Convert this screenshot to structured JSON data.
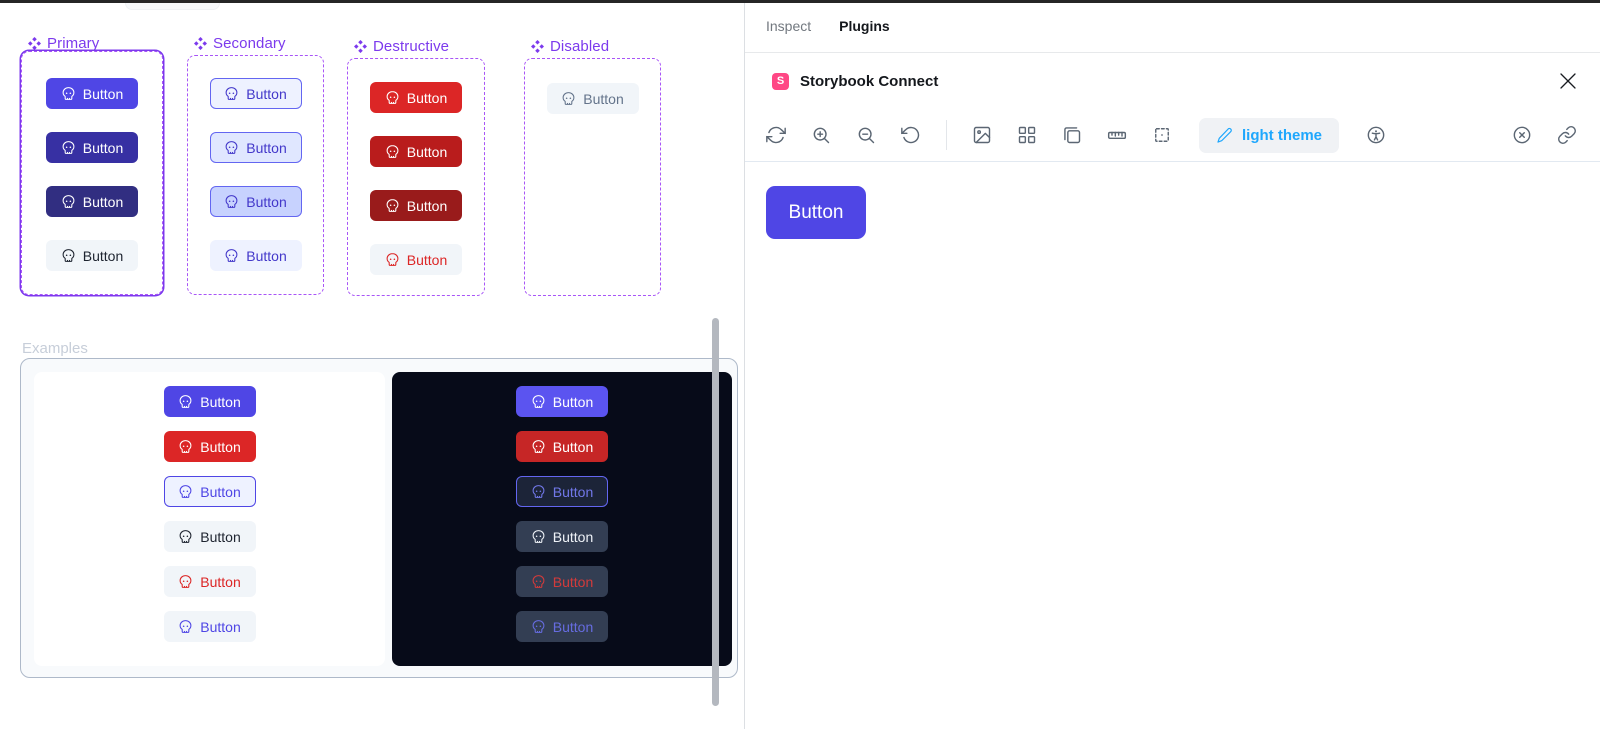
{
  "colors": {
    "component_purple": "#7c3aed",
    "dashed_border_purple": "#a855f7",
    "storybook_pink": "#ff4785",
    "storybook_blue": "#1ea7fd",
    "dark_panel_bg": "#070b19",
    "examples_label_gray": "#c7ced9",
    "top_strip": "#262626"
  },
  "button_styles": {
    "primary": {
      "bg": "#4f46e5",
      "fg": "#ffffff"
    },
    "primaryHover": {
      "bg": "#3730a3",
      "fg": "#ffffff"
    },
    "primaryActive": {
      "bg": "#312e81",
      "fg": "#ffffff"
    },
    "ghost": {
      "bg": "#f1f5f9",
      "fg": "#1e2430"
    },
    "secondary": {
      "bg": "#eef2ff",
      "fg": "#4338ca",
      "border": "#6366f1"
    },
    "secondaryHover": {
      "bg": "#e0e7ff",
      "fg": "#4338ca",
      "border": "#6366f1"
    },
    "secondaryActive": {
      "bg": "#c7d2fe",
      "fg": "#4338ca",
      "border": "#6366f1"
    },
    "secondaryGhost": {
      "bg": "#eef2ff",
      "fg": "#4338ca"
    },
    "destructive": {
      "bg": "#dc2626",
      "fg": "#ffffff"
    },
    "destructiveHover": {
      "bg": "#b91c1c",
      "fg": "#ffffff"
    },
    "destructiveActive": {
      "bg": "#991b1b",
      "fg": "#ffffff"
    },
    "destructiveGhost": {
      "bg": "#f1f5f9",
      "fg": "#dc2626"
    },
    "disabled": {
      "bg": "#f1f5f9",
      "fg": "#64748b"
    },
    "outline": {
      "bg": "#eef2ff",
      "fg": "#4f46e5",
      "border": "#4f46e5"
    },
    "ghostRed": {
      "bg": "#f1f5f9",
      "fg": "#dc2626"
    },
    "ghostIndigo": {
      "bg": "#f1f5f9",
      "fg": "#4f46e5"
    },
    "darkPrimary": {
      "bg": "#5b54f0",
      "fg": "#ffffff"
    },
    "darkDestructive": {
      "bg": "#c62626",
      "fg": "#ffffff"
    },
    "darkOutline": {
      "bg": "#1c2438",
      "fg": "#7177e8",
      "border": "#6366f1"
    },
    "darkGhost": {
      "bg": "#333e53",
      "fg": "#eef2f7"
    },
    "darkGhostRed": {
      "bg": "#333e53",
      "fg": "#d33b3b"
    },
    "darkGhostIndigo": {
      "bg": "#333e53",
      "fg": "#666ce0"
    }
  },
  "canvas": {
    "sections": [
      {
        "label": "Primary",
        "icon": "component-icon",
        "selected": true,
        "buttons": [
          {
            "label": "Button",
            "icon": "skull-icon",
            "style": "primary"
          },
          {
            "label": "Button",
            "icon": "skull-icon",
            "style": "primaryHover"
          },
          {
            "label": "Button",
            "icon": "skull-icon",
            "style": "primaryActive"
          },
          {
            "label": "Button",
            "icon": "skull-icon",
            "style": "ghost"
          }
        ]
      },
      {
        "label": "Secondary",
        "icon": "component-icon",
        "selected": false,
        "buttons": [
          {
            "label": "Button",
            "icon": "skull-icon",
            "style": "secondary"
          },
          {
            "label": "Button",
            "icon": "skull-icon",
            "style": "secondaryHover"
          },
          {
            "label": "Button",
            "icon": "skull-icon",
            "style": "secondaryActive"
          },
          {
            "label": "Button",
            "icon": "skull-icon",
            "style": "secondaryGhost"
          }
        ]
      },
      {
        "label": "Destructive",
        "icon": "component-icon",
        "selected": false,
        "buttons": [
          {
            "label": "Button",
            "icon": "skull-icon",
            "style": "destructive"
          },
          {
            "label": "Button",
            "icon": "skull-icon",
            "style": "destructiveHover"
          },
          {
            "label": "Button",
            "icon": "skull-icon",
            "style": "destructiveActive"
          },
          {
            "label": "Button",
            "icon": "skull-icon",
            "style": "destructiveGhost"
          }
        ]
      },
      {
        "label": "Disabled",
        "icon": "component-icon",
        "selected": false,
        "buttons": [
          {
            "label": "Button",
            "icon": "skull-icon",
            "style": "disabled"
          }
        ]
      }
    ],
    "examples": {
      "label": "Examples",
      "light_buttons": [
        {
          "label": "Button",
          "icon": "skull-icon",
          "style": "primary"
        },
        {
          "label": "Button",
          "icon": "skull-icon",
          "style": "destructive"
        },
        {
          "label": "Button",
          "icon": "skull-icon",
          "style": "outline"
        },
        {
          "label": "Button",
          "icon": "skull-icon",
          "style": "ghost"
        },
        {
          "label": "Button",
          "icon": "skull-icon",
          "style": "ghostRed"
        },
        {
          "label": "Button",
          "icon": "skull-icon",
          "style": "ghostIndigo"
        }
      ],
      "dark_buttons": [
        {
          "label": "Button",
          "icon": "skull-icon",
          "style": "darkPrimary"
        },
        {
          "label": "Button",
          "icon": "skull-icon",
          "style": "darkDestructive"
        },
        {
          "label": "Button",
          "icon": "skull-icon",
          "style": "darkOutline"
        },
        {
          "label": "Button",
          "icon": "skull-icon",
          "style": "darkGhost"
        },
        {
          "label": "Button",
          "icon": "skull-icon",
          "style": "darkGhostRed"
        },
        {
          "label": "Button",
          "icon": "skull-icon",
          "style": "darkGhostIndigo"
        }
      ]
    }
  },
  "panel": {
    "tabs": [
      {
        "label": "Inspect",
        "active": false
      },
      {
        "label": "Plugins",
        "active": true
      }
    ],
    "title": "Storybook Connect",
    "logo_letter": "S",
    "toolbar": {
      "left_icons": [
        "sync-icon",
        "zoom-in-icon",
        "zoom-out-icon",
        "rotate-ccw-icon",
        "divider",
        "image-icon",
        "grid-icon",
        "frames-icon",
        "ruler-icon",
        "marquee-icon"
      ],
      "theme_button": {
        "icon": "brush-icon",
        "label": "light theme"
      },
      "accessibility_icon": "accessibility-icon",
      "right_icons": [
        "circle-x-icon",
        "link-icon"
      ]
    },
    "preview_button": {
      "label": "Button"
    }
  }
}
